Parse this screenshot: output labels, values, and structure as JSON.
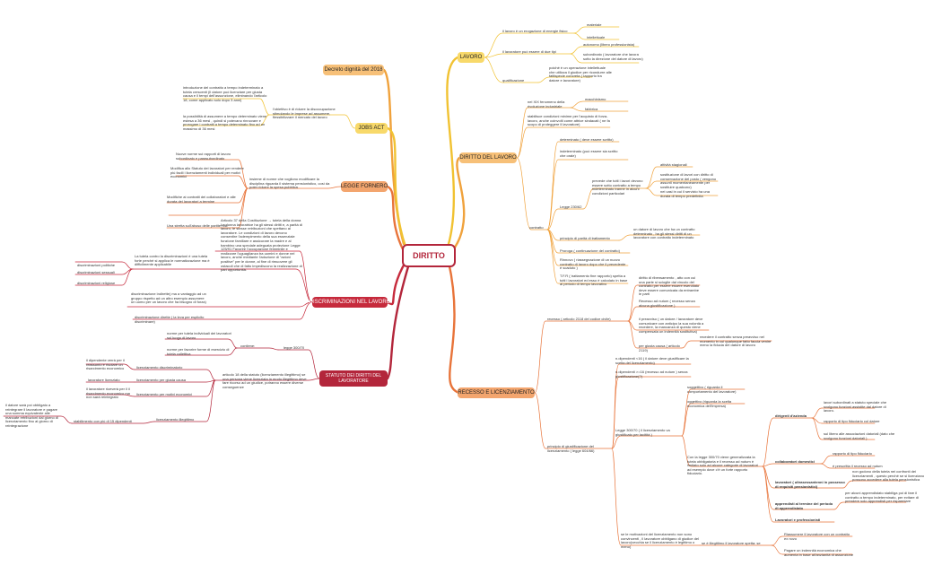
{
  "root": {
    "label": "DIRITTO"
  },
  "colors": {
    "yellow": "#f1c232",
    "orange": "#f0a23c",
    "deep_orange": "#e8743a",
    "red": "#d4442f",
    "crimson": "#c62a3c",
    "maroon": "#b3263b"
  },
  "topics": {
    "lavoro": "LAVORO",
    "diritto_lavoro": "DIRITTO DEL LAVORO",
    "recesso": "RECESSO E LICENZIAMENTO",
    "decreto": "Decreto dignità del 2018",
    "jobs_act": "JOBS ACT",
    "fornero": "LEGGE FORNERO",
    "discriminazioni": "DISCRIMINAZIONI NEL LAVORO",
    "statuto": "STATUTO DEI DIRITTI DEL LAVORATORE"
  },
  "lavoro": {
    "def": "il lavoro è un erogazione di energie fisico",
    "materiale": "materiale",
    "intellettuale": "intellettuale",
    "tipi": "il lavoratore può essere di due tipi",
    "autonomo": "autonomo (libero professionista)",
    "subordinato": "subordinato ( lavoratore che lavora sotto la direzione del datore di lavoro)",
    "qualificazione": "qualificazione",
    "qual_text": "poiché è un operazione intellettuale che utilizza il giudice per ricondurre alle fattispecie concreta ( rapporto tra datore e lavoratore)"
  },
  "diritto_lavoro": {
    "fenomeno": "nel XIX fenomeno della rivoluzione industriale",
    "macchinismo": "macchinismo",
    "fabbrica": "fabbrica",
    "stabilisce": "stabilisce condizioni minime per l'acquisto di forza-lavoro, anche coinvolti come attrice sindacati ( ne fa scopo di proteggere il lavoratore)",
    "contratto": "contratto",
    "determinato": "determinato ( deve essere scritto)",
    "indeterminato": "indeterminato (può essere sia scritto che orale)",
    "legge": "Legge 230/62",
    "legge_text": "prevede che tutti i lavori devono essere sotto contratto a tempo indeterminato tranne in alcuni condizioni particolari",
    "stagionali": "attività stagionali",
    "sostituzione": "sostituzione di lavori con diritto di conservazione del posto ( vengono assunti momentaneamente per sostituire qualcuno)",
    "casi": "nei casi in cui il servizio ha una durata di tempo predefinita",
    "principio": "principio di parità di trattamento",
    "principio_text": "un datore di lavoro che ha un contratto determinato , ha gli stessi diritti di un lavoratore con contratto indeterminato",
    "proroga": "Proroga ( continuazione del contratto)",
    "rinnovo": "Rinnovo ( riassegnazione di un nuovo contratto di lavoro dopo che il precedente è scaduto )",
    "tfr": "T.F.R ( trattamento fine rapporto) spetta a tutti i lavoratori ed esso è calcolato in base al periodo di tempo lavorativo"
  },
  "recesso": {
    "art": "recesso ( articolo 2118 del codice civile)",
    "diritto": "diritto di ribensamento , atto con cui una parte si scioglie dal vincolo del contratto per essere essere esercitato deve essere comunicata da entrambe le parti",
    "recesso_ad": "Recesso ad nutum ( recesso senza alcuna giustificazione )",
    "preavviso": "il preavviso ( un datore / lavoratore deve comunicare con anticipo la sua volontà a recedere, la mancanza di questo viene compensata un indennità sostitutiva)",
    "giusta": "per giusta causa ( articolo 2119)",
    "giusta_text": "recedere il contratto senza preavviso nel momento in cui qualunque fatto faccia venire meno la fiducia del datore di lavoro",
    "principio": "principio di giustificazione del licenziamento ( legge 604/66)",
    "p1": "n.dipendenti <16 ( il datore deve giustificare la scelta del licenziamento)",
    "p2": "n.dipendenti >=16 (recesso ad nutum ) senza giustificazione(?)",
    "legge300": "Legge 300/70 ( il licenziamento va giustificato per tacitità )",
    "soggettivo": "soggettivo ( riguarda il comportamento del lavoratore)",
    "oggettivo": "oggettivo (riguarda la scelta economica dell'impresa)",
    "con_legge": "Con la legge 300/70 viene generalizzata la tutela obbligatoria e il recesso ad nutum è limitato solo ad alcune categorie di lavoratori ad esempio dove c'è un forte rapporto fiduciario.",
    "dirigenti": "dirigenti d'azienda",
    "dir1": "lavori subordinati a statuto speciale che svolgono funzioni assistite dal datore di lavoro.",
    "dir2": "rapporto di tipo fiduciario col datore",
    "dir3": "sul libero alle associazioni datoriali (dato che svolgono funzioni datoriali )",
    "collab": "collaboratori domestici",
    "collab1": "rapporto di tipo fiduciario",
    "collab2": "è prescritta il recesso ad nutum",
    "pensionati": "lavoratori ( ultrasessantenni in possesso di requisiti pensionistici)",
    "pens1": "non godono della tutela nei confronti dei licenziamenti , questo perché se si licenziano possono accedere alla tutela pensionistica",
    "apprendisti": "apprendisti al termine del periodo di apprendistato",
    "appr1": "per alcuni apprendistato stabiliga poi di fare il contratto a tempo indeterminato, per evitare di prendere solo apprendisti per risparmiare",
    "atleti": "Lavoratori e professionisti",
    "motivazioni": "se le motivazioni del licenziamento non sono convincenti , il lavoratore obbligano di giudice del lavoro(vecchia se il licenziamento è legittimo o meno)",
    "illegittimo": "se è illegittimo il lavoratore spetta: se",
    "riassunzione": "Riassumere il lavoratore con un contratto ex novo",
    "indennita": "Pagare un indennità economica che aumenta in base all'anzianità di assunzione"
  },
  "decreto": {},
  "jobs_act": {
    "intro": "introduzione del contratto a tempo indeterminato a tutela crescenti (il datore può licenziare per giusta causa e il tempi dell'assunzione, eliminando l'articolo 18, come applicato solo dopo 3 anni)",
    "obiettivo": "l'obiettivo è di ridurre la disoccupazione stimolando le imprese ad assumere, flessibilizzare il mercato del lavoro",
    "possibilita": "la possibilità di assumere a tempo determinato viene estesa a 36 mesi , quindi si potevano rinnovare e prorogare i contratti a tempo determinato fino ad un massimo di 36 mesi"
  },
  "fornero": {
    "nuove": "Nuove norme sui rapporti di lavoro subordinato e parasubordinato",
    "modifica": "Modifica allo Statuto dei lavoratori per rendere più facili i licenziamenti individuali per motivi economici",
    "insieme": "insieme di norme che vogliono modificare la disciplina riguarda il sistema pensionistico, così da poter ridurre la spesa pubblica",
    "modifiche": "Modifiche ai contratti dei collaboratori e alle durata dei lavoratori a termine",
    "stretta": "Una stretta sull'abuso delle partite IVA"
  },
  "discriminazioni": {
    "articolo": "Articolo 37 della Costituzione → tutela della donna La donna lavoratrice ha gli stessi diritti e, a parità di lavoro, le stesse retribuzioni che spettano al lavoratore. Le condizioni di lavoro devono consentire l'adempimento della sua essenziale funzione familiare e assicurare la madre e al bambino una speciale adeguata protezione Legge 125/91 Favorire l'occupazione femminile e realizzare l'uguaglianza tra uomini e donne nel lavoro, anche mediante l'adozione di \"azioni positive\" per le donne, al fine di rimuovere gli ostacoli che di fatto impediscono la realizzazione di pari opportunità.",
    "tutela": "La tutela contro la discriminazioni è una tutela forte perché si applica le normatizzazione ma è difficilmente applicabile",
    "politiche": "discriminazioni politiche",
    "sessuali": "discriminazioni sessuali",
    "religiose": "discriminazioni religiose",
    "indirette": "discriminazione indirette( ma a vantaggio ad un gruppo rispetto ad un altro esempio assumere un uomo per un lavoro che ha bisogno di forza)",
    "dirette": "discriminazione dirette ( la leva per esplicito discriminare)"
  },
  "statuto": {
    "legge": "legge 300/70",
    "contiene": "contiene:",
    "c1": "norme per tutela individuali dei lavoratori sul luogo di lavoro",
    "c2": "norme per favorire forme di esercizio di tutela collettiva",
    "art18": "articolo 18 della statuto (licenziamento illegittimo) se una persona viene licenziata in modo illegittimo deve fare ricorso ad un giudice, potranno essere diverse conseguenze",
    "discriminatorio": "licenziamento discriminatorio",
    "disc_text": "il dipendente verrà per il reassunto e risolare un risarcimento economico",
    "giusta": "licenziamento per giusta causa",
    "giusta_text": "lavoratore licenziato",
    "economici": "licenziamento per motivi economici",
    "econ_text": "il lavoratore riceverà per il il risarcimento economico ma non sarà reintegrato",
    "illegittimo": "licenziamento illegittimo",
    "stabilimento": "stabilimento con più di 15 dipendenti",
    "datore": "il datore sarà poi obbligato a reintegrare il lavoratore e pagare una somma equivalente alle mancate retribuzioni dal giorno di licenziamento fino al giorno di reintegrazione"
  }
}
